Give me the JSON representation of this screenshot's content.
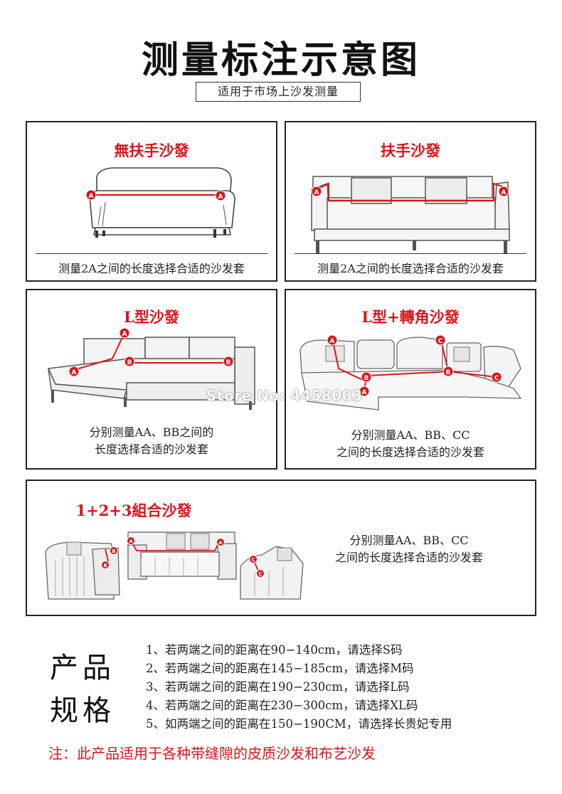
{
  "header": {
    "title": "测量标注示意图",
    "subtitle": "适用于市场上沙发测量"
  },
  "panels": [
    {
      "title": "無扶手沙發",
      "caption": "测量2A之间的长度选择合适的沙发套"
    },
    {
      "title": "扶手沙發",
      "caption": "测量2A之间的长度选择合适的沙发套"
    },
    {
      "title": "L型沙發",
      "caption_line1": "分别测量AA、BB之间的",
      "caption_line2": "长度选择合适的沙发套"
    },
    {
      "title": "L型+轉角沙發",
      "caption_line1": "分别测量AA、BB、CC",
      "caption_line2": "之间的长度选择合适的沙发套"
    },
    {
      "title": "1+2+3組合沙發",
      "caption_line1": "分别测量AA、BB、CC",
      "caption_line2": "之间的长度选择合适的沙发套"
    }
  ],
  "markers": {
    "a": "A",
    "b": "B",
    "c": "C"
  },
  "watermark": "Store No: 4458003",
  "specs": {
    "label_line1": "产品",
    "label_line2": "规格",
    "items": [
      "1、若两端之间的距离在90−140cm，请选择S码",
      "2、若两端之间的距离在145−185cm，请选择M码",
      "3、若两端之间的距离在190−230cm，请选择L码",
      "4、若两端之间的距离在230−300cm，请选择XL码",
      "5、如两端之间的距离在150−190CM，请选择长贵妃专用"
    ]
  },
  "note": "注：此产品适用于各种带缝隙的皮质沙发和布艺沙发",
  "colors": {
    "accent_red": "#d8151a",
    "border": "#222222"
  }
}
